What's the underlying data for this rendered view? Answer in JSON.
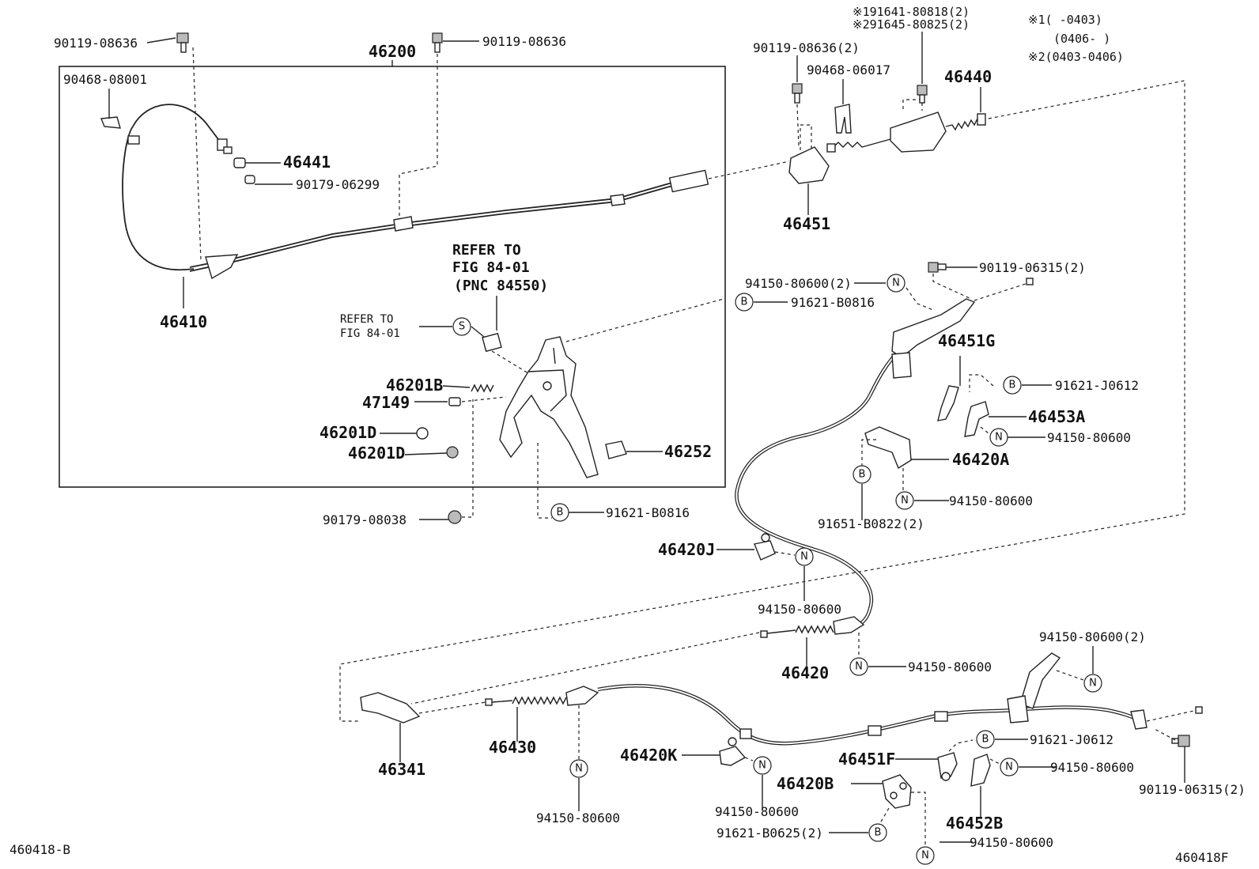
{
  "labels": {
    "p90119_08636_a": "90119-08636",
    "p90119_08636_b": "90119-08636",
    "p46200": "46200",
    "p90468_08001": "90468-08001",
    "p46441": "46441",
    "p90179_06299": "90179-06299",
    "p46410": "46410",
    "refer_to": "REFER TO",
    "fig_84_01": "FIG 84-01",
    "pnc_84550": "(PNC 84550)",
    "refer_to_sm": "REFER TO",
    "fig_84_01_sm": "FIG 84-01",
    "p46201b": "46201B",
    "p47149": "47149",
    "p46201d_a": "46201D",
    "p46201d_b": "46201D",
    "p46252": "46252",
    "p90179_08038": "90179-08038",
    "p91621_b0816_a": "91621-B0816",
    "note1_top": "※191641-80818(2)",
    "note2_top": "※291645-80825(2)",
    "legend1": "※1(     -0403)",
    "legend1b": "(0406-     )",
    "legend2": "※2(0403-0406)",
    "p90119_08636_2": "90119-08636(2)",
    "p90468_06017": "90468-06017",
    "p46440": "46440",
    "p46451": "46451",
    "p90119_06315_2_a": "90119-06315(2)",
    "p94150_80600_2_a": "94150-80600(2)",
    "p91621_b0816_b": "91621-B0816",
    "p46451g": "46451G",
    "p91621_j0612_a": "91621-J0612",
    "p46453a": "46453A",
    "p94150_80600_a": "94150-80600",
    "p46420a": "46420A",
    "p94150_80600_b": "94150-80600",
    "p91651_b0822_2": "91651-B0822(2)",
    "p46420j": "46420J",
    "p94150_80600_c": "94150-80600",
    "p46420": "46420",
    "p94150_80600_d": "94150-80600",
    "p94150_80600_2_b": "94150-80600(2)",
    "p46341": "46341",
    "p46430": "46430",
    "p94150_80600_e": "94150-80600",
    "p46420k": "46420K",
    "p94150_80600_f": "94150-80600",
    "p91621_b0625_2": "91621-B0625(2)",
    "p46420b": "46420B",
    "p46451f": "46451F",
    "p91621_j0612_b": "91621-J0612",
    "p94150_80600_g": "94150-80600",
    "p90119_06315_2_b": "90119-06315(2)",
    "p46452b": "46452B",
    "p94150_80600_h": "94150-80600",
    "footer_left": "460418-B",
    "footer_right": "460418F"
  },
  "markers": {
    "N": "N",
    "B": "B",
    "S": "S"
  }
}
